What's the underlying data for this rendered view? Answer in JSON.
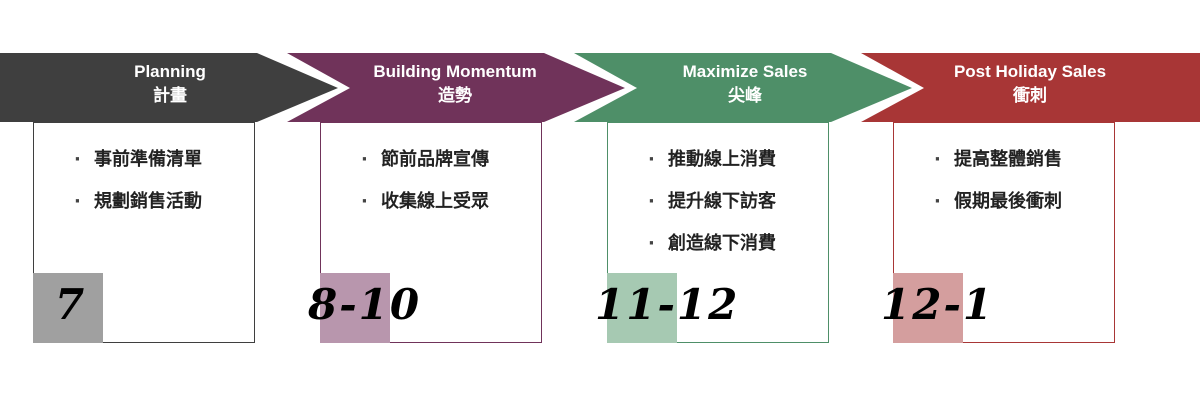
{
  "stages": [
    {
      "title": "Planning",
      "subtitle": "計畫",
      "items": [
        "事前準備清單",
        "規劃銷售活動"
      ],
      "period": "7",
      "color": "#3f3f3f",
      "square_color": "#a0a0a0"
    },
    {
      "title": "Building Momentum",
      "subtitle": "造勢",
      "items": [
        "節前品牌宣傳",
        "收集線上受眾"
      ],
      "period": "8-10",
      "color": "#70335a",
      "square_color": "#b896ad"
    },
    {
      "title": "Maximize Sales",
      "subtitle": "尖峰",
      "items": [
        "推動線上消費",
        "提升線下訪客",
        "創造線下消費"
      ],
      "period": "11-12",
      "color": "#4e8f68",
      "square_color": "#a6c9b2"
    },
    {
      "title": "Post Holiday Sales",
      "subtitle": "衝刺",
      "items": [
        "提高整體銷售",
        "假期最後衝刺"
      ],
      "period": "12-1",
      "color": "#a83636",
      "square_color": "#d49e9e"
    }
  ]
}
